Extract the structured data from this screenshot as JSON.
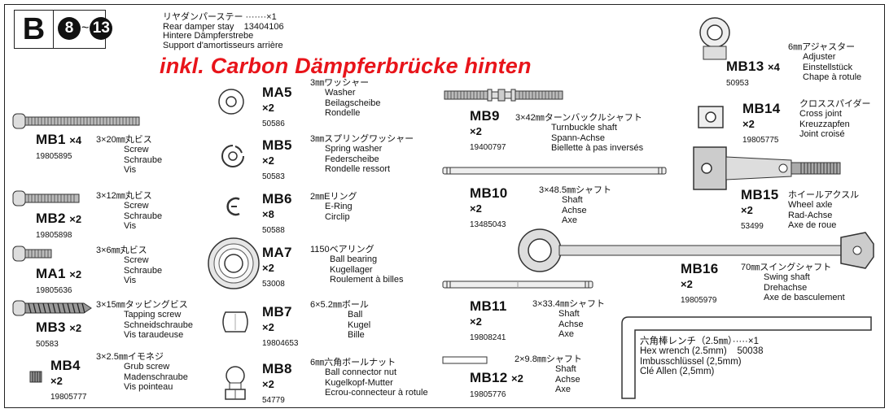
{
  "section": {
    "letter": "B",
    "step_from": "8",
    "step_to": "13",
    "tilde": "~"
  },
  "header": {
    "jp": "リヤダンパーステー ·······×1",
    "en": "Rear damper stay",
    "code": "13404106",
    "de": "Hintere Dämpferstrebe",
    "fr": "Support d'amortisseurs arrière"
  },
  "overlay_note": "inkl. Carbon Dämpferbrücke hinten",
  "parts": {
    "MB1": {
      "code": "MB1",
      "qty": "×4",
      "pn": "19805895",
      "jp": "3×20㎜丸ビス",
      "lines": [
        "Screw",
        "Schraube",
        "Vis"
      ]
    },
    "MB2": {
      "code": "MB2",
      "qty": "×2",
      "pn": "19805898",
      "jp": "3×12㎜丸ビス",
      "lines": [
        "Screw",
        "Schraube",
        "Vis"
      ]
    },
    "MA1": {
      "code": "MA1",
      "qty": "×2",
      "pn": "19805636",
      "jp": "3×6㎜丸ビス",
      "lines": [
        "Screw",
        "Schraube",
        "Vis"
      ]
    },
    "MB3": {
      "code": "MB3",
      "qty": "×2",
      "pn": "50583",
      "jp": "3×15㎜タッピングビス",
      "lines": [
        "Tapping screw",
        "Schneidschraube",
        "Vis taraudeuse"
      ]
    },
    "MB4": {
      "code": "MB4",
      "qty": "×2",
      "pn": "19805777",
      "jp": "3×2.5㎜イモネジ",
      "lines": [
        "Grub screw",
        "Madenschraube",
        "Vis pointeau"
      ]
    },
    "MA5": {
      "code": "MA5",
      "qty": "×2",
      "pn": "50586",
      "jp": "3㎜ワッシャー",
      "lines": [
        "Washer",
        "Beilagscheibe",
        "Rondelle"
      ]
    },
    "MB5": {
      "code": "MB5",
      "qty": "×2",
      "pn": "50583",
      "jp": "3㎜スプリングワッシャー",
      "lines": [
        "Spring washer",
        "Federscheibe",
        "Rondelle ressort"
      ]
    },
    "MB6": {
      "code": "MB6",
      "qty": "×8",
      "pn": "50588",
      "jp": "2㎜Eリング",
      "lines": [
        "E-Ring",
        "Circlip"
      ]
    },
    "MA7": {
      "code": "MA7",
      "qty": "×2",
      "pn": "53008",
      "jp": "1150ベアリング",
      "lines": [
        "Ball bearing",
        "Kugellager",
        "Roulement à billes"
      ]
    },
    "MB7": {
      "code": "MB7",
      "qty": "×2",
      "pn": "19804653",
      "jp": "6×5.2㎜ボール",
      "lines": [
        "Ball",
        "Kugel",
        "Bille"
      ]
    },
    "MB8": {
      "code": "MB8",
      "qty": "×2",
      "pn": "54779",
      "jp": "6㎜六角ボールナット",
      "lines": [
        "Ball connector nut",
        "Kugelkopf-Mutter",
        "Ecrou-connecteur à rotule"
      ]
    },
    "MB9": {
      "code": "MB9",
      "qty": "×2",
      "pn": "19400797",
      "jp": "3×42㎜ターンバックルシャフト",
      "lines": [
        "Turnbuckle shaft",
        "Spann-Achse",
        "Biellette à pas inversés"
      ]
    },
    "MB10": {
      "code": "MB10",
      "qty": "×2",
      "pn": "13485043",
      "jp": "3×48.5㎜シャフト",
      "lines": [
        "Shaft",
        "Achse",
        "Axe"
      ]
    },
    "MB11": {
      "code": "MB11",
      "qty": "×2",
      "pn": "19808241",
      "jp": "3×33.4㎜シャフト",
      "lines": [
        "Shaft",
        "Achse",
        "Axe"
      ]
    },
    "MB12": {
      "code": "MB12",
      "qty": "×2",
      "pn": "19805776",
      "jp": "2×9.8㎜シャフト",
      "lines": [
        "Shaft",
        "Achse",
        "Axe"
      ]
    },
    "MB13": {
      "code": "MB13",
      "qty": "×4",
      "pn": "50953",
      "jp": "6㎜アジャスター",
      "lines": [
        "Adjuster",
        "Einstellstück",
        "Chape à rotule"
      ]
    },
    "MB14": {
      "code": "MB14",
      "qty": "×2",
      "pn": "19805775",
      "jp": "クロススパイダー",
      "lines": [
        "Cross joint",
        "Kreuzzapfen",
        "Joint croisé"
      ]
    },
    "MB15": {
      "code": "MB15",
      "qty": "×2",
      "pn": "53499",
      "jp": "ホイールアクスル",
      "lines": [
        "Wheel axle",
        "Rad-Achse",
        "Axe de roue"
      ]
    },
    "MB16": {
      "code": "MB16",
      "qty": "×2",
      "pn": "19805979",
      "jp": "70㎜スイングシャフト",
      "lines": [
        "Swing shaft",
        "Drehachse",
        "Axe de basculement"
      ]
    }
  },
  "hex": {
    "jp": "六角棒レンチ（2.5㎜）·····×1",
    "en": "Hex wrench (2.5mm)",
    "code": "50038",
    "de": "Imbusschlüssel (2,5mm)",
    "fr": "Clé Allen (2,5mm)"
  }
}
